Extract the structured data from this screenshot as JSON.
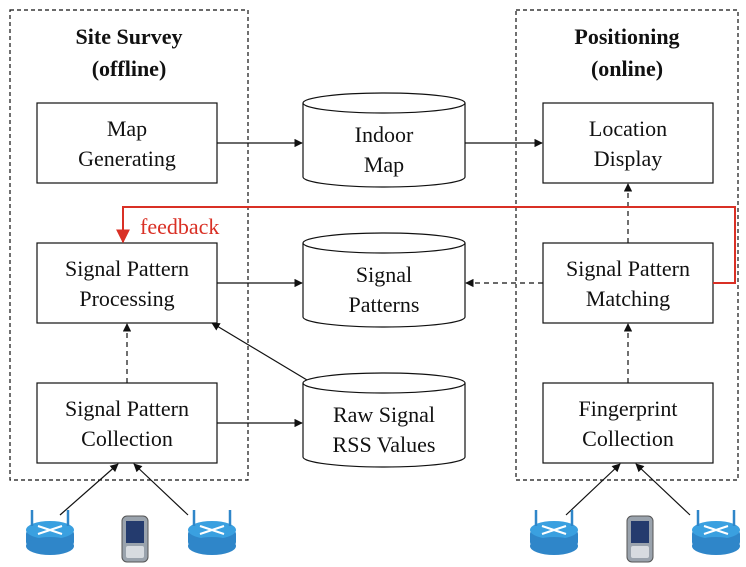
{
  "colors": {
    "line": "#111111",
    "feedback": "#d93025",
    "router_body": "#2f86c9",
    "router_top": "#3aa0e0",
    "phone": "#9aa3ad"
  },
  "left_panel": {
    "title_line1": "Site Survey",
    "title_line2": "(offline)"
  },
  "right_panel": {
    "title_line1": "Positioning",
    "title_line2": "(online)"
  },
  "boxes": {
    "map_generating": [
      "Map",
      "Generating"
    ],
    "signal_pattern_processing": [
      "Signal Pattern",
      "Processing"
    ],
    "signal_pattern_collection": [
      "Signal Pattern",
      "Collection"
    ],
    "location_display": [
      "Location",
      "Display"
    ],
    "signal_pattern_matching": [
      "Signal Pattern",
      "Matching"
    ],
    "fingerprint_collection": [
      "Fingerprint",
      "Collection"
    ]
  },
  "databases": {
    "indoor_map": [
      "Indoor",
      "Map"
    ],
    "signal_patterns": [
      "Signal",
      "Patterns"
    ],
    "raw_signal": [
      "Raw Signal",
      "RSS Values"
    ]
  },
  "feedback_label": "feedback",
  "icons": [
    "router-icon",
    "smartphone-icon",
    "router-icon",
    "router-icon",
    "smartphone-icon",
    "router-icon"
  ]
}
